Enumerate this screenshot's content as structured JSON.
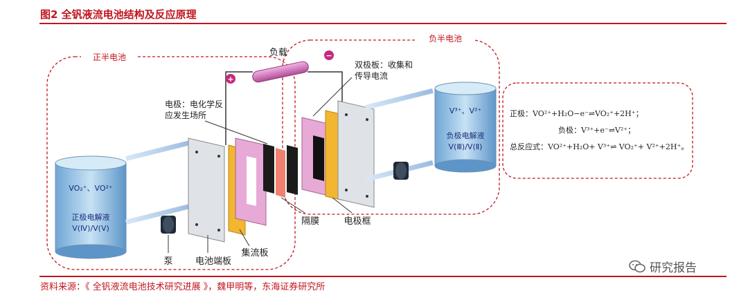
{
  "figure": {
    "title": "图2  全钒液流电池结构及反应原理",
    "source": "资料来源：《 全钒液流电池技术研究进展 》，魏甲明等，东海证券研究所",
    "watermark": "研究报告"
  },
  "diagram": {
    "positive_half": "正半电池",
    "negative_half": "负半电池",
    "load": "负载",
    "plus_sign": "+",
    "minus_sign": "−",
    "electrode_label_1": "电极：电化学反",
    "electrode_label_2": "应发生场所",
    "bipolar_label_1": "双极板：收集和",
    "bipolar_label_2": "传导电流",
    "pump": "泵",
    "end_plate": "电池端板",
    "current_collector": "集流板",
    "membrane": "隔膜",
    "electrode_frame": "电极框",
    "pos_tank_ions": "VO₂⁺、VO²⁺",
    "pos_tank_name": "正极电解液",
    "pos_tank_valence": "V(Ⅳ)/V(Ⅴ)",
    "neg_tank_ions": "V³⁺、V²⁺",
    "neg_tank_name": "负极电解液",
    "neg_tank_valence": "V(Ⅲ)/V(Ⅱ)"
  },
  "equations": {
    "positive": "正极：VO²⁺+H₂O−e⁻⇌VO₂⁺+2H⁺；",
    "negative": "负极：V³⁺+e⁻⇌V²⁺；",
    "overall": "总反应式：VO²⁺+H₂O+ V³⁺⇌ VO₂⁺+ V²⁺+2H⁺。"
  },
  "colors": {
    "accent": "#c0161e",
    "tank": "#9cc7e6",
    "membrane": "#f08070",
    "frame_pink": "#e7a9d6",
    "collector": "#f2b630"
  }
}
